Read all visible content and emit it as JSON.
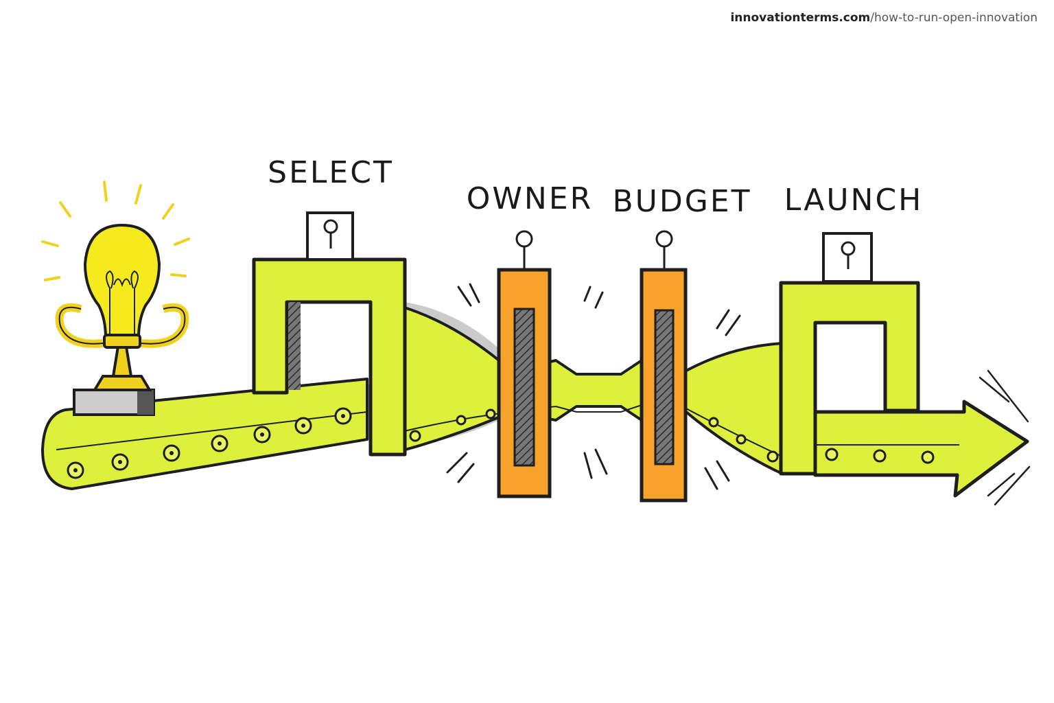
{
  "source": {
    "domain": "innovationterms.com",
    "path": "/how-to-run-open-innovation"
  },
  "stages": [
    {
      "label": "SELECT"
    },
    {
      "label": "OWNER"
    },
    {
      "label": "BUDGET"
    },
    {
      "label": "LAUNCH"
    }
  ],
  "colors": {
    "conveyor": "#dcf03c",
    "gate_orange": "#f7a22a",
    "bulb": "#f4ea1e",
    "trophy": "#f0d21e",
    "outline": "#1e1e1e",
    "shadow": "#555555"
  },
  "icons": {
    "bulb": "lightbulb-icon",
    "trophy": "trophy-icon",
    "arrow": "arrow-right-icon"
  }
}
